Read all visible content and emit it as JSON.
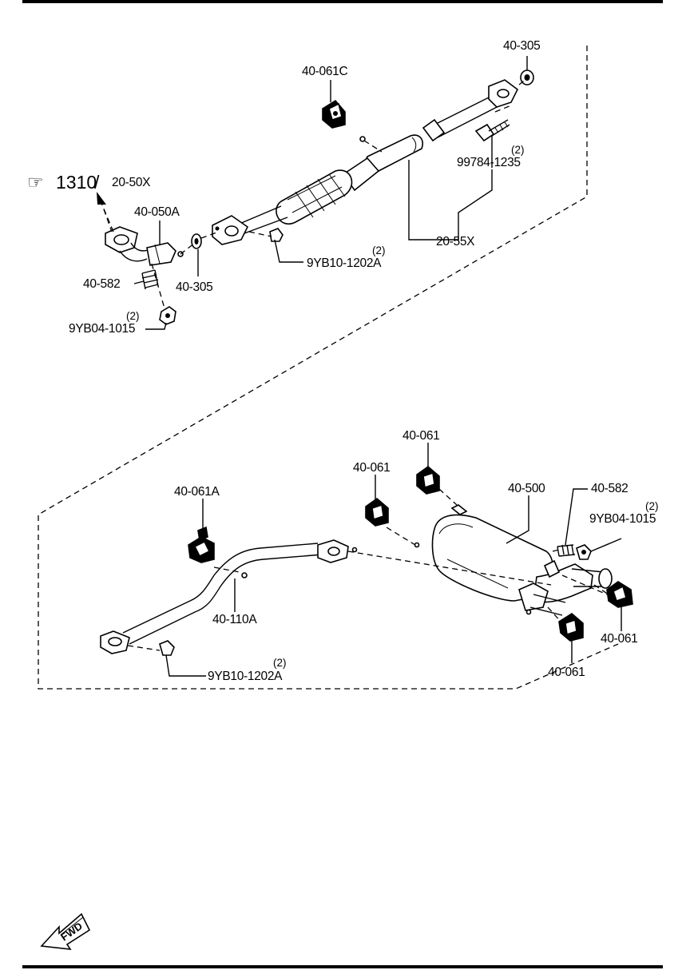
{
  "reference": {
    "prefix": "1310",
    "separator": "/",
    "code": "20-50X"
  },
  "badges": {
    "fwd": "FWD"
  },
  "labels": {
    "top_40_061C": "40-061C",
    "top_40_305_right": "40-305",
    "top_99784_1235": "99784-1235",
    "top_99784_qty": "(2)",
    "top_20_55X": "20-55X",
    "top_40_050A": "40-050A",
    "top_40_582": "40-582",
    "top_40_305_left": "40-305",
    "top_9YB04_1015": "9YB04-1015",
    "top_9YB04_qty": "(2)",
    "top_9YB10_1202A": "9YB10-1202A",
    "top_9YB10_qty": "(2)",
    "bot_40_061_a": "40-061",
    "bot_40_061_b": "40-061",
    "bot_40_500": "40-500",
    "bot_40_582": "40-582",
    "bot_9YB04_1015": "9YB04-1015",
    "bot_9YB04_qty": "(2)",
    "bot_40_061A": "40-061A",
    "bot_40_110A": "40-110A",
    "bot_40_061_c": "40-061",
    "bot_40_061_d": "40-061",
    "bot_9YB10_1202A": "9YB10-1202A",
    "bot_9YB10_qty": "(2)"
  }
}
